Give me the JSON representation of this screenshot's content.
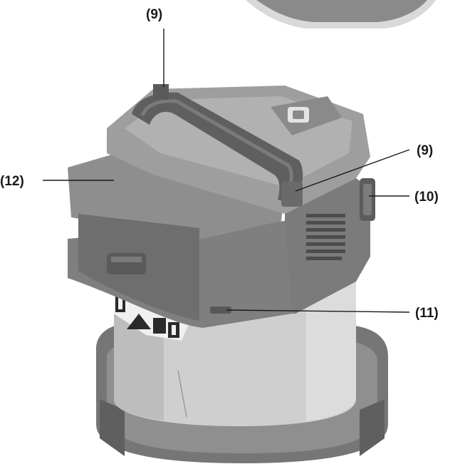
{
  "figure": {
    "callouts": [
      {
        "id": "9",
        "text": "(9)"
      },
      {
        "id": "9b",
        "text": "(9)"
      },
      {
        "id": "10",
        "text": "(10)"
      },
      {
        "id": "11",
        "text": "(11)"
      },
      {
        "id": "12",
        "text": "(12)"
      }
    ],
    "colors": {
      "dark_plastic": "#6b6b6b",
      "mid_plastic": "#8d8d8d",
      "light_plastic": "#a6a6a6",
      "container": "#c9c9c9",
      "leader_line": "#1a1a1a",
      "background": "#ffffff"
    }
  }
}
